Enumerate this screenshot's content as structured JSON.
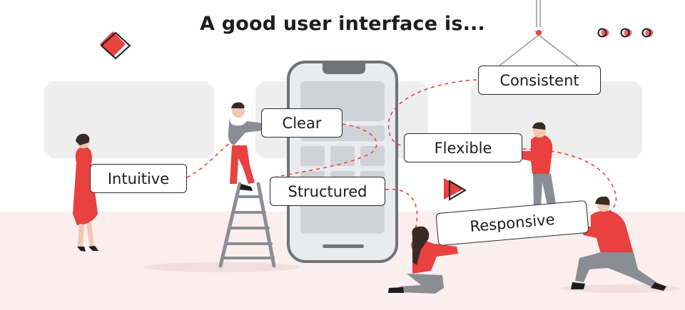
{
  "title": "A good user interface is...",
  "labels": {
    "consistent": "Consistent",
    "clear": "Clear",
    "flexible": "Flexible",
    "intuitive": "Intuitive",
    "structured": "Structured",
    "responsive": "Responsive"
  },
  "colors": {
    "accent": "#e8413f",
    "phone_frame": "#e9ebee",
    "phone_screen": "#cfd3d8",
    "floor": "#fbeeee",
    "panels": "#eeeeee",
    "text": "#1d1d1f"
  }
}
